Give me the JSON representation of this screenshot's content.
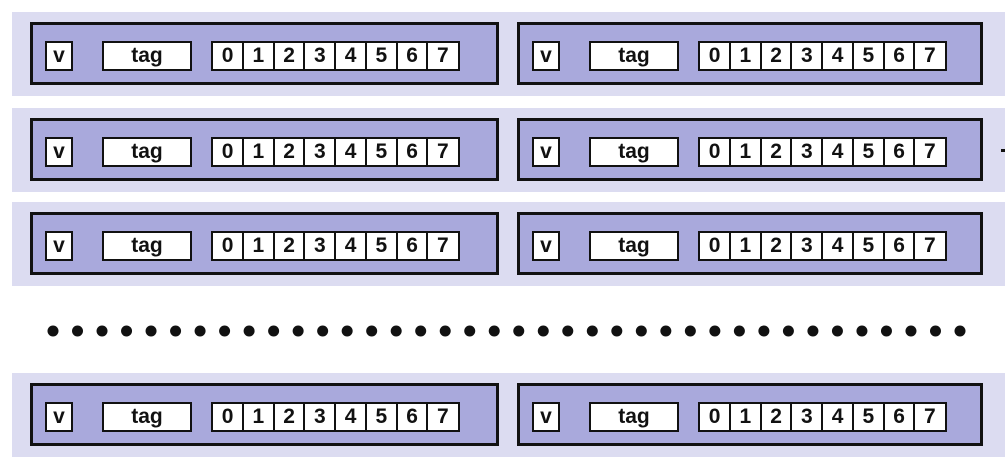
{
  "cache": {
    "sets": [
      {
        "lines": [
          {
            "valid": "v",
            "tag": "tag",
            "bytes": [
              "0",
              "1",
              "2",
              "3",
              "4",
              "5",
              "6",
              "7"
            ]
          },
          {
            "valid": "v",
            "tag": "tag",
            "bytes": [
              "0",
              "1",
              "2",
              "3",
              "4",
              "5",
              "6",
              "7"
            ]
          }
        ]
      },
      {
        "lines": [
          {
            "valid": "v",
            "tag": "tag",
            "bytes": [
              "0",
              "1",
              "2",
              "3",
              "4",
              "5",
              "6",
              "7"
            ]
          },
          {
            "valid": "v",
            "tag": "tag",
            "bytes": [
              "0",
              "1",
              "2",
              "3",
              "4",
              "5",
              "6",
              "7"
            ]
          }
        ]
      },
      {
        "lines": [
          {
            "valid": "v",
            "tag": "tag",
            "bytes": [
              "0",
              "1",
              "2",
              "3",
              "4",
              "5",
              "6",
              "7"
            ]
          },
          {
            "valid": "v",
            "tag": "tag",
            "bytes": [
              "0",
              "1",
              "2",
              "3",
              "4",
              "5",
              "6",
              "7"
            ]
          }
        ]
      },
      {
        "lines": [
          {
            "valid": "v",
            "tag": "tag",
            "bytes": [
              "0",
              "1",
              "2",
              "3",
              "4",
              "5",
              "6",
              "7"
            ]
          },
          {
            "valid": "v",
            "tag": "tag",
            "bytes": [
              "0",
              "1",
              "2",
              "3",
              "4",
              "5",
              "6",
              "7"
            ]
          }
        ]
      }
    ]
  },
  "colors": {
    "set_background": "#dcdcf1",
    "line_background": "#a9a9dc",
    "field_background": "#ffffff",
    "border": "#111111"
  }
}
